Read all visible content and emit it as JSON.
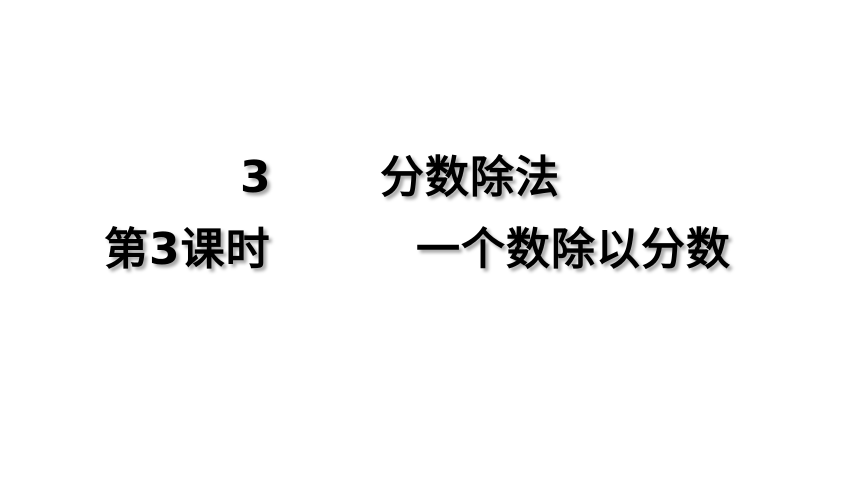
{
  "title": {
    "unit_number": "3",
    "unit_name": "分数除法",
    "lesson_number": "第3课时",
    "lesson_name": "一个数除以分数"
  }
}
